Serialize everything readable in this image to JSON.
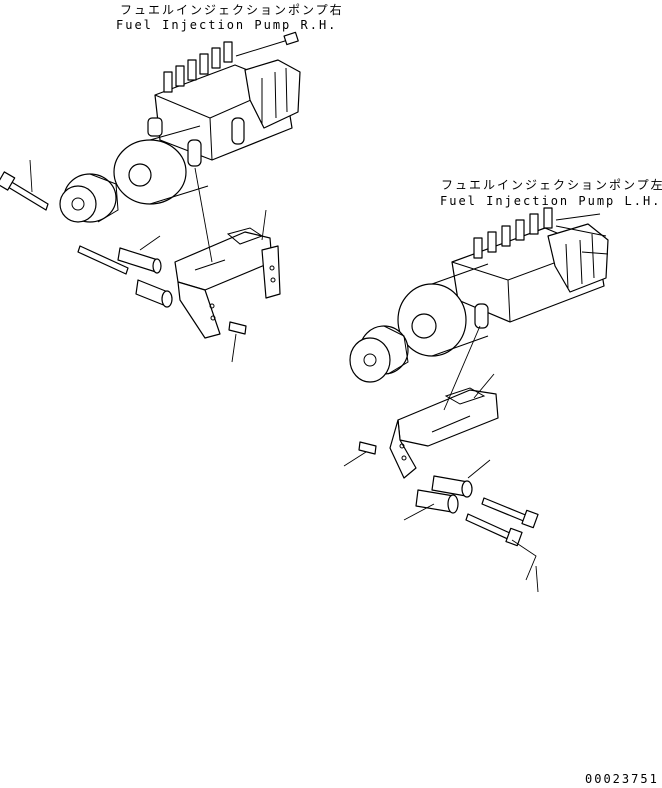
{
  "labels": {
    "rh_jp": "フュエルインジェクションポンプ右",
    "rh_en": "Fuel Injection Pump R.H.",
    "lh_jp": "フュエルインジェクションポンプ左",
    "lh_en": "Fuel Injection Pump L.H.",
    "drawing_number": "00023751"
  }
}
